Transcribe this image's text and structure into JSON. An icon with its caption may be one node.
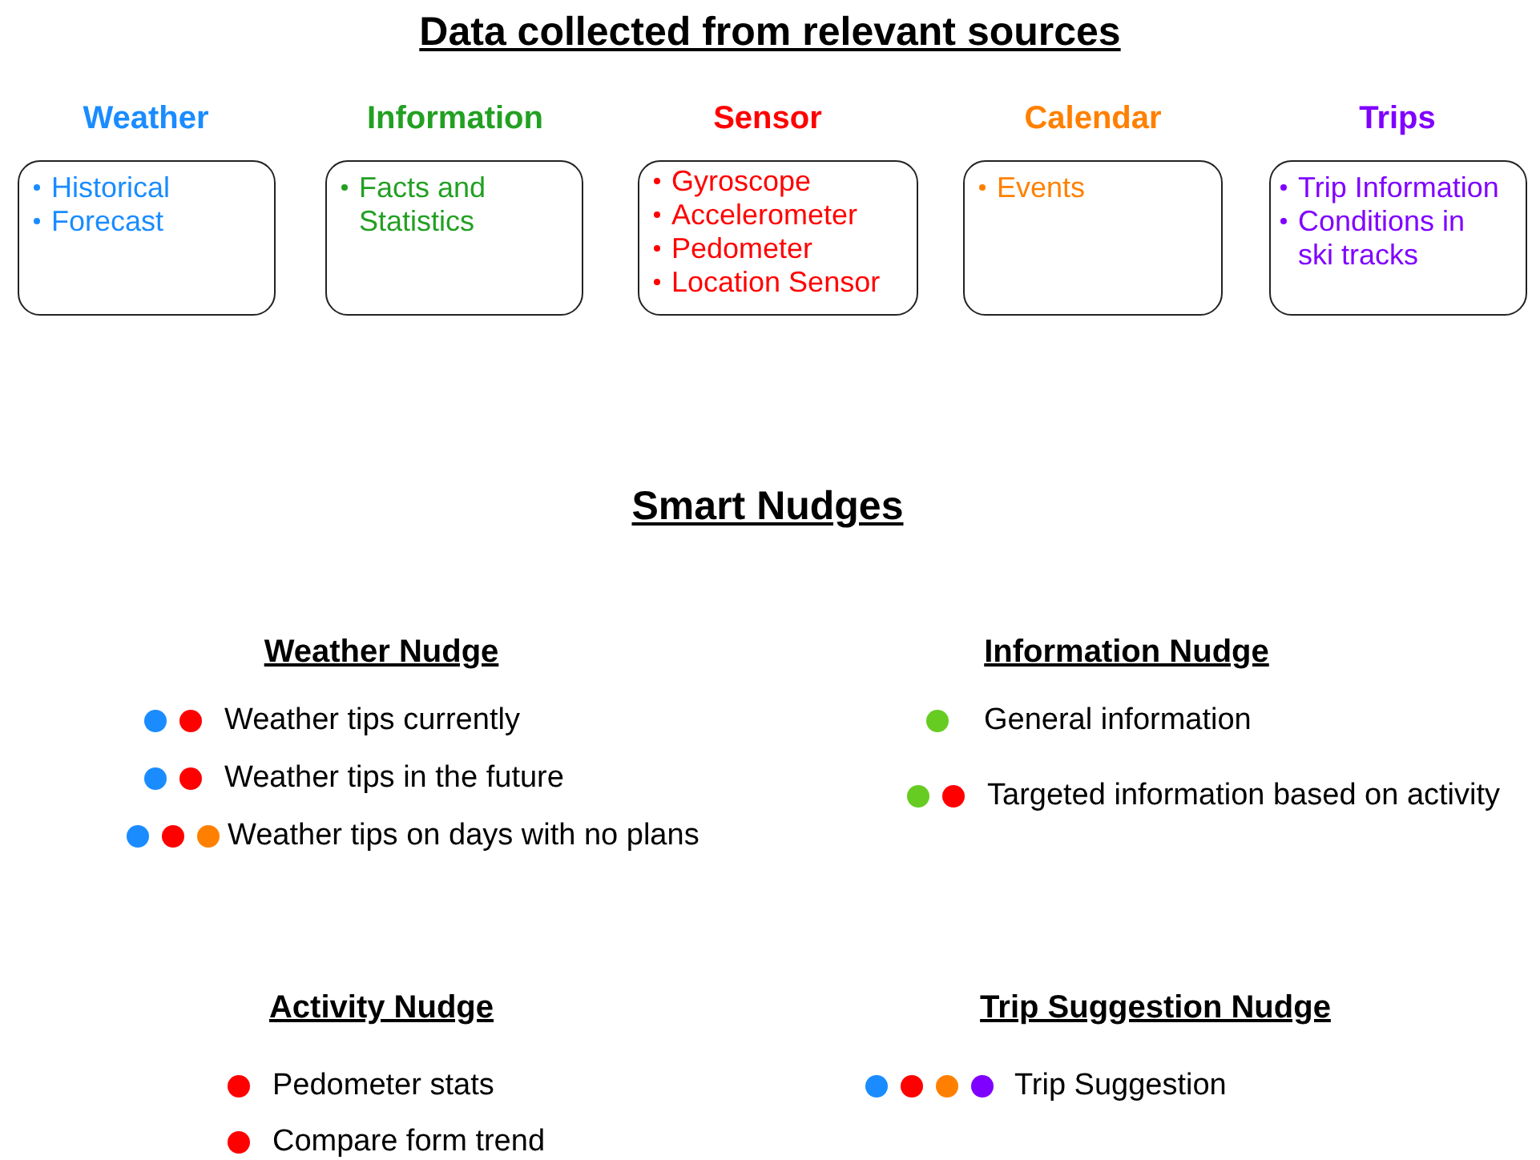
{
  "diagram": {
    "title": "Data collected from relevant sources",
    "nodes": [
      {
        "text": [
          "Weather",
          "Historical",
          "Forecast"
        ]
      },
      {
        "text": [
          "Information",
          "Facts and Statistics"
        ]
      },
      {
        "text": [
          "Sensor",
          "Gyroscope",
          "Accelerometer",
          "Pedometer",
          "Location Sensor"
        ]
      },
      {
        "text": [
          "Calendar",
          "Events"
        ]
      },
      {
        "text": [
          "Trips",
          "Trip Information",
          "Conditions in ski tracks"
        ]
      }
    ],
    "labels": [
      "Smart Nudges",
      "Weather Nudge",
      "Weather tips currently",
      "Weather tips in the future",
      "Weather tips on days with no plans",
      "Information Nudge",
      "General information",
      "Targeted information based on activity",
      "Activity Nudge",
      "Pedometer stats",
      "Compare form trend",
      "Trip Suggestion Nudge",
      "Trip Suggestion"
    ]
  }
}
